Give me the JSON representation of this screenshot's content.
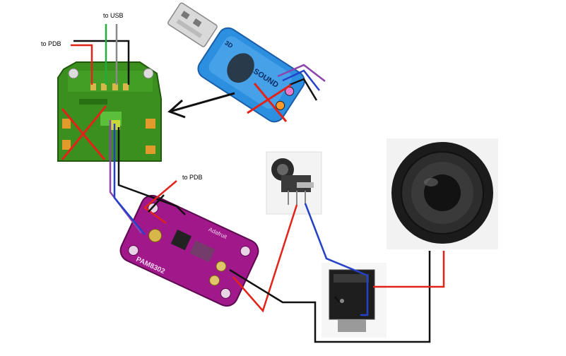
{
  "labels": {
    "usb": "to USB",
    "pdb_top": "to PDB",
    "pdb_mid": "to PDB"
  },
  "board_text": {
    "sound_card": "SOUND",
    "sound_card_prefix": "3D",
    "amp_name": "PAM8302",
    "amp_vendor": "Adafruit"
  },
  "colors": {
    "red": "#e2231a",
    "black": "#111111",
    "green": "#1fae3b",
    "grey": "#8a8a8a",
    "purple": "#8e44ad",
    "blue": "#2541c9",
    "pcb_green": "#3a8f1e",
    "amp_purple": "#a0188a",
    "usb_blue": "#2d8fe0"
  },
  "icons": [
    "arrow-left-icon",
    "cross-out-icon"
  ]
}
